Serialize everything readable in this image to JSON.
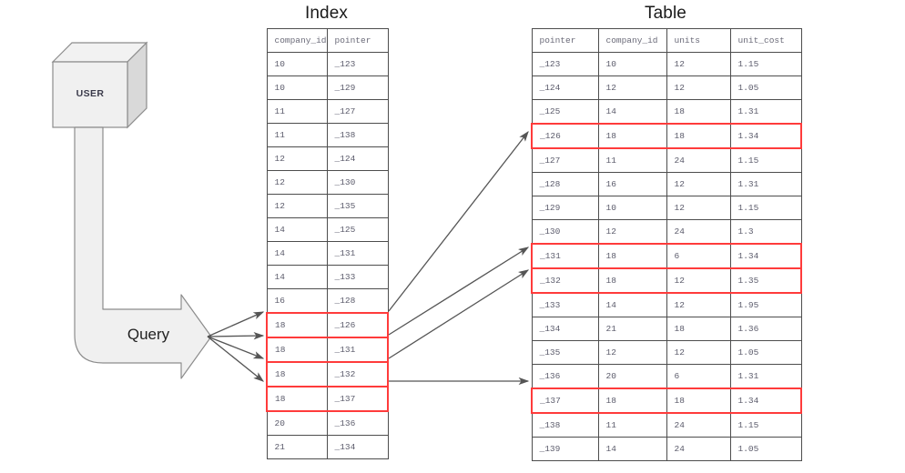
{
  "titles": {
    "index": "Index",
    "table": "Table"
  },
  "actor": {
    "label": "USER",
    "shape": "cube-3d"
  },
  "query": {
    "label": "Query",
    "shape": "elbow-block-arrow",
    "fanout_count": 4
  },
  "colors": {
    "highlight": "#ff3b3b",
    "grid_line": "#4d4d4d",
    "text": "#5b5b6b",
    "shape_fill": "#f0f0f0",
    "shape_stroke": "#8c8c8c",
    "connector": "#555555",
    "title_text": "#1a1a1a"
  },
  "index_table": {
    "name": "Index",
    "columns": [
      "company_id",
      "pointer"
    ],
    "rows": [
      {
        "company_id": "10",
        "pointer": "_123",
        "highlight": false
      },
      {
        "company_id": "10",
        "pointer": "_129",
        "highlight": false
      },
      {
        "company_id": "11",
        "pointer": "_127",
        "highlight": false
      },
      {
        "company_id": "11",
        "pointer": "_138",
        "highlight": false
      },
      {
        "company_id": "12",
        "pointer": "_124",
        "highlight": false
      },
      {
        "company_id": "12",
        "pointer": "_130",
        "highlight": false
      },
      {
        "company_id": "12",
        "pointer": "_135",
        "highlight": false
      },
      {
        "company_id": "14",
        "pointer": "_125",
        "highlight": false
      },
      {
        "company_id": "14",
        "pointer": "_131",
        "highlight": false
      },
      {
        "company_id": "14",
        "pointer": "_133",
        "highlight": false
      },
      {
        "company_id": "16",
        "pointer": "_128",
        "highlight": false
      },
      {
        "company_id": "18",
        "pointer": "_126",
        "highlight": true
      },
      {
        "company_id": "18",
        "pointer": "_131",
        "highlight": true
      },
      {
        "company_id": "18",
        "pointer": "_132",
        "highlight": true
      },
      {
        "company_id": "18",
        "pointer": "_137",
        "highlight": true
      },
      {
        "company_id": "20",
        "pointer": "_136",
        "highlight": false
      },
      {
        "company_id": "21",
        "pointer": "_134",
        "highlight": false
      }
    ]
  },
  "fact_table": {
    "name": "Table",
    "columns": [
      "pointer",
      "company_id",
      "units",
      "unit_cost"
    ],
    "rows": [
      {
        "pointer": "_123",
        "company_id": "10",
        "units": "12",
        "unit_cost": "1.15",
        "highlight": false
      },
      {
        "pointer": "_124",
        "company_id": "12",
        "units": "12",
        "unit_cost": "1.05",
        "highlight": false
      },
      {
        "pointer": "_125",
        "company_id": "14",
        "units": "18",
        "unit_cost": "1.31",
        "highlight": false
      },
      {
        "pointer": "_126",
        "company_id": "18",
        "units": "18",
        "unit_cost": "1.34",
        "highlight": true
      },
      {
        "pointer": "_127",
        "company_id": "11",
        "units": "24",
        "unit_cost": "1.15",
        "highlight": false
      },
      {
        "pointer": "_128",
        "company_id": "16",
        "units": "12",
        "unit_cost": "1.31",
        "highlight": false
      },
      {
        "pointer": "_129",
        "company_id": "10",
        "units": "12",
        "unit_cost": "1.15",
        "highlight": false
      },
      {
        "pointer": "_130",
        "company_id": "12",
        "units": "24",
        "unit_cost": "1.3",
        "highlight": false
      },
      {
        "pointer": "_131",
        "company_id": "18",
        "units": "6",
        "unit_cost": "1.34",
        "highlight": true
      },
      {
        "pointer": "_132",
        "company_id": "18",
        "units": "12",
        "unit_cost": "1.35",
        "highlight": true
      },
      {
        "pointer": "_133",
        "company_id": "14",
        "units": "12",
        "unit_cost": "1.95",
        "highlight": false
      },
      {
        "pointer": "_134",
        "company_id": "21",
        "units": "18",
        "unit_cost": "1.36",
        "highlight": false
      },
      {
        "pointer": "_135",
        "company_id": "12",
        "units": "12",
        "unit_cost": "1.05",
        "highlight": false
      },
      {
        "pointer": "_136",
        "company_id": "20",
        "units": "6",
        "unit_cost": "1.31",
        "highlight": false
      },
      {
        "pointer": "_137",
        "company_id": "18",
        "units": "18",
        "unit_cost": "1.34",
        "highlight": true
      },
      {
        "pointer": "_138",
        "company_id": "11",
        "units": "24",
        "unit_cost": "1.15",
        "highlight": false
      },
      {
        "pointer": "_139",
        "company_id": "14",
        "units": "24",
        "unit_cost": "1.05",
        "highlight": false
      }
    ]
  },
  "connectors": [
    {
      "from_pointer": "_126",
      "to_pointer": "_126"
    },
    {
      "from_pointer": "_131",
      "to_pointer": "_131"
    },
    {
      "from_pointer": "_132",
      "to_pointer": "_132"
    },
    {
      "from_pointer": "_137",
      "to_pointer": "_137"
    }
  ]
}
